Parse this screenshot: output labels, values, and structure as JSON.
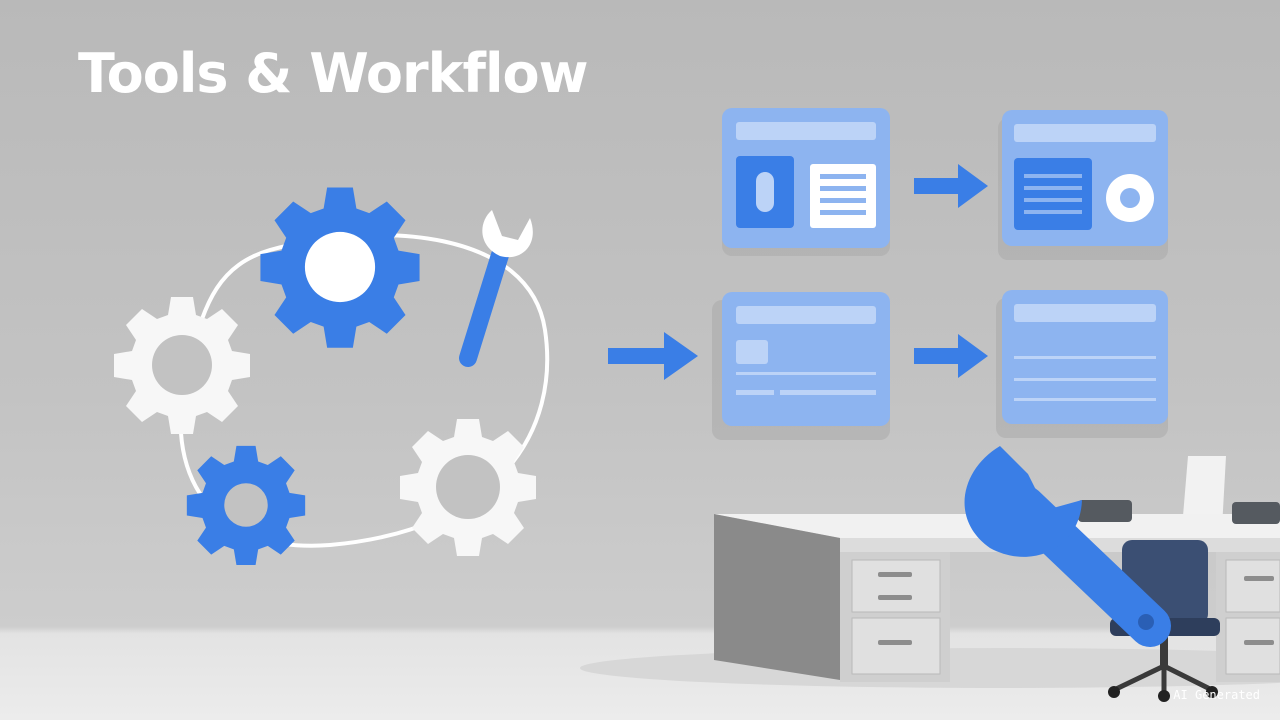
{
  "title": "Tools & Workflow",
  "watermark": "AI Generated",
  "colors": {
    "background": "#bfbfbf",
    "floor": "#e8e8e8",
    "accent_blue": "#3a7ee6",
    "card_blue": "#8db4f0",
    "white": "#ffffff",
    "chair_navy": "#3b4f73",
    "desk_gray": "#8a8a8a"
  },
  "icons": [
    "gear-icon",
    "wrench-icon",
    "arrow-right-icon",
    "workflow-card",
    "desk",
    "office-chair",
    "monitor"
  ]
}
